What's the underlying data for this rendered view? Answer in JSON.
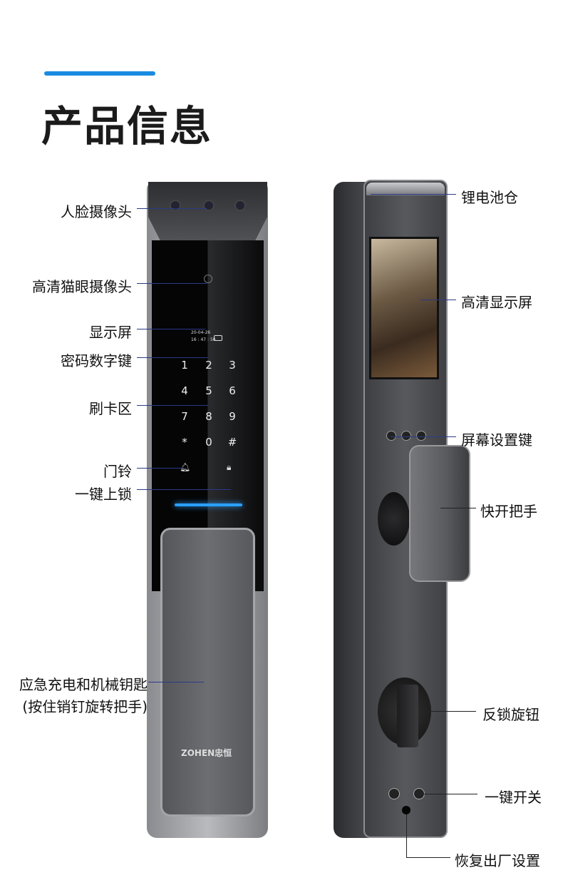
{
  "header": {
    "title": "产品信息"
  },
  "left_labels": [
    "人脸摄像头",
    "高清猫眼摄像头",
    "显示屏",
    "密码数字键",
    "刷卡区",
    "门铃",
    "一键上锁",
    "应急充电和机械钥匙",
    "(按住销钉旋转把手)"
  ],
  "right_labels": [
    "锂电池仓",
    "高清显示屏",
    "屏幕设置键",
    "快开把手",
    "反锁旋钮",
    "一键开关",
    "恢复出厂设置"
  ],
  "device_screen": {
    "date": "20-04-26",
    "time": "16 : 47 : 50"
  },
  "keypad": [
    "1",
    "2",
    "3",
    "4",
    "5",
    "6",
    "7",
    "8",
    "9",
    "*",
    "0",
    "#"
  ],
  "brand_logo": "ZOHEN忠恒",
  "colors": {
    "accent": "#1a8be0",
    "lock_body": "#5a5b5f",
    "panel": "#0d0d0f"
  }
}
